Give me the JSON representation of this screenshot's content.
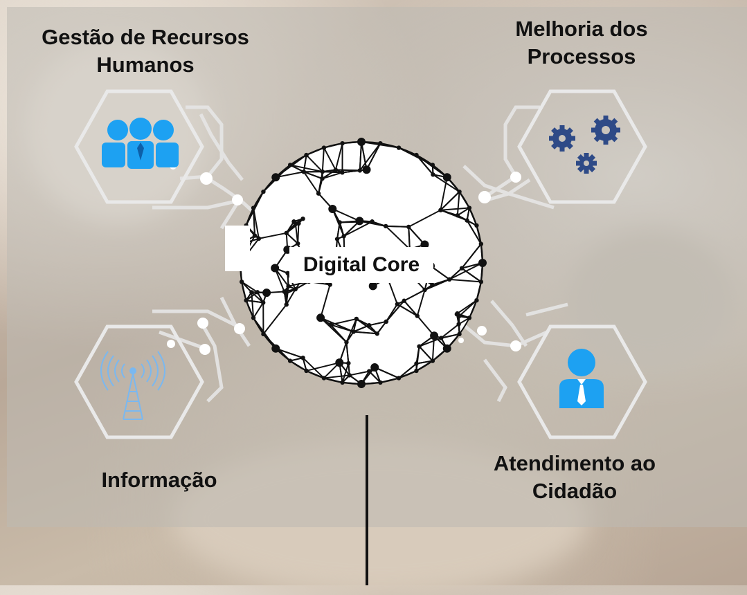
{
  "diagram": {
    "center": {
      "label": "Digital Core"
    },
    "nodes": [
      {
        "id": "hr",
        "lines": [
          "Gestão de Recursos",
          "Humanos"
        ],
        "icon": "team-icon",
        "icon_color": "#1da1f2"
      },
      {
        "id": "process",
        "lines": [
          "Melhoria dos",
          "Processos"
        ],
        "icon": "gears-icon",
        "icon_color": "#2e4a87"
      },
      {
        "id": "info",
        "lines": [
          "Informação"
        ],
        "icon": "antenna-icon",
        "icon_color": "#7ab8f0"
      },
      {
        "id": "citizen",
        "lines": [
          "Atendimento ao",
          "Cidadão"
        ],
        "icon": "citizen-icon",
        "icon_color": "#1da1f2"
      }
    ]
  }
}
